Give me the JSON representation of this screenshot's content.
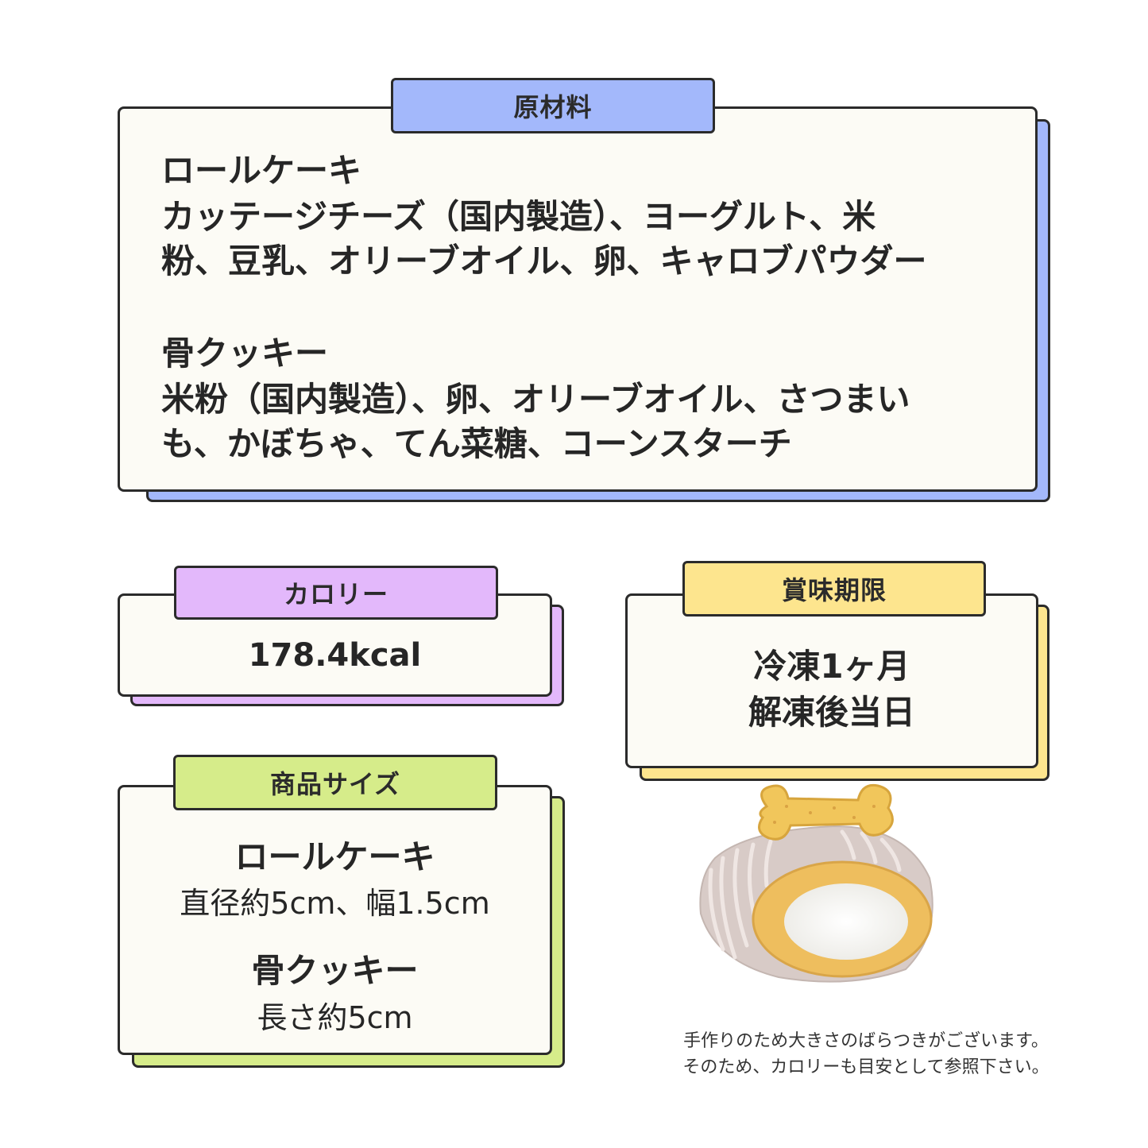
{
  "ingredients": {
    "tab_label": "原材料",
    "roll_cake_title": "ロールケーキ",
    "roll_cake_line1": "カッテージチーズ（国内製造）、ヨーグルト、米",
    "roll_cake_line2": "粉、豆乳、オリーブオイル、卵、キャロブパウダー",
    "bone_cookie_title": "骨クッキー",
    "bone_cookie_line1": "米粉（国内製造）、卵、オリーブオイル、さつまい",
    "bone_cookie_line2": "も、かぼちゃ、てん菜糖、コーンスターチ"
  },
  "calorie": {
    "tab_label": "カロリー",
    "value": "178.4kcal"
  },
  "expiry": {
    "tab_label": "賞味期限",
    "line1": "冷凍1ヶ月",
    "line2": "解凍後当日"
  },
  "size": {
    "tab_label": "商品サイズ",
    "roll_cake_title": "ロールケーキ",
    "roll_cake_size": "直径約5cm、幅1.5cm",
    "bone_cookie_title": "骨クッキー",
    "bone_cookie_size": "長さ約5cm"
  },
  "note": {
    "line1": "手作りのため大きさのばらつきがございます。",
    "line2": "そのため、カロリーも目安として参照下さい。"
  },
  "colors": {
    "ingredients_accent": "#a3b8fb",
    "calorie_accent": "#e3b8fb",
    "expiry_accent": "#fde58e",
    "size_accent": "#d6ec8a",
    "panel_bg": "#fcfbf5",
    "border": "#2b2b2b"
  },
  "icons": {
    "product_image": "roll-cake-with-bone-cookie"
  }
}
